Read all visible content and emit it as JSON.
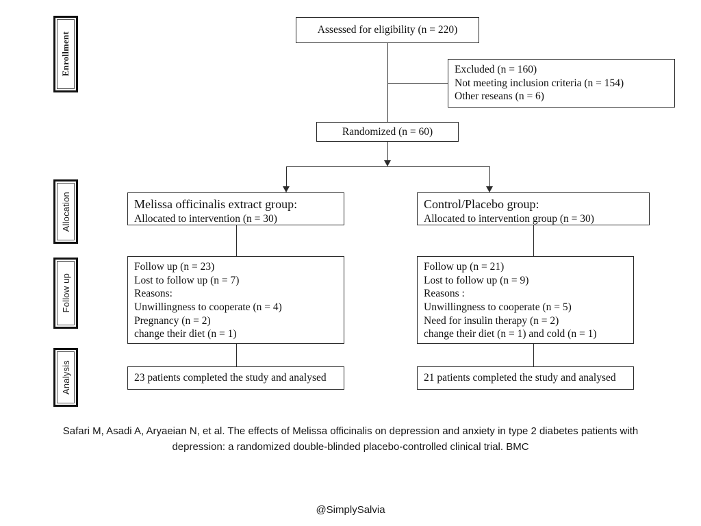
{
  "diagram": {
    "type": "consort-flow-diagram",
    "stages": [
      {
        "name": "enrollment",
        "label": "Enrollment"
      },
      {
        "name": "allocation",
        "label": "Allocation"
      },
      {
        "name": "follow-up",
        "label": "Follow up"
      },
      {
        "name": "analysis",
        "label": "Analysis"
      }
    ],
    "boxes": {
      "assessed": {
        "text": "Assessed for eligibility (n = 220)"
      },
      "excluded": {
        "lines": [
          "Excluded (n = 160)",
          "Not meeting inclusion criteria  (n = 154)",
          "Other reseans (n = 6)"
        ]
      },
      "randomized": {
        "text": "Randomized  (n = 60)"
      },
      "allocation_intervention": {
        "headline": "Melissa officinalis extract group:",
        "lines": [
          "Allocated to intervention (n = 30)"
        ]
      },
      "allocation_control": {
        "headline": "Control/Placebo group:",
        "lines": [
          "Allocated to intervention group (n = 30)"
        ]
      },
      "followup_intervention": {
        "lines": [
          "Follow up (n = 23)",
          "Lost to follow up (n = 7)",
          "Reasons:",
          "Unwillingness to cooperate (n = 4)",
          "Pregnancy (n = 2)",
          "change their diet (n = 1)"
        ]
      },
      "followup_control": {
        "lines": [
          "Follow up (n = 21)",
          "Lost to follow up (n = 9)",
          "Reasons :",
          "Unwillingness to cooperate (n = 5)",
          "Need for insulin therapy (n = 2)",
          "change their diet (n = 1) and cold (n = 1)"
        ]
      },
      "analysis_intervention": {
        "text": "23 patients completed the study and analysed"
      },
      "analysis_control": {
        "text": "21 patients completed the study and analysed"
      }
    }
  },
  "chart_data": {
    "type": "diagram",
    "title": "CONSORT participant flow",
    "nodes": [
      {
        "id": "assessed",
        "stage": "Enrollment",
        "label": "Assessed for eligibility",
        "n": 220
      },
      {
        "id": "excluded",
        "stage": "Enrollment",
        "label": "Excluded",
        "n": 160,
        "breakdown": [
          {
            "reason": "Not meeting inclusion criteria",
            "n": 154
          },
          {
            "reason": "Other reseans",
            "n": 6
          }
        ]
      },
      {
        "id": "randomized",
        "stage": "Enrollment",
        "label": "Randomized",
        "n": 60
      },
      {
        "id": "alloc_melissa",
        "stage": "Allocation",
        "label": "Melissa officinalis extract group: Allocated to intervention",
        "n": 30
      },
      {
        "id": "alloc_control",
        "stage": "Allocation",
        "label": "Control/Placebo group: Allocated to intervention group",
        "n": 30
      },
      {
        "id": "fu_melissa",
        "stage": "Follow up",
        "label": "Follow up",
        "n": 23,
        "lost": 7,
        "breakdown": [
          {
            "reason": "Unwillingness to cooperate",
            "n": 4
          },
          {
            "reason": "Pregnancy",
            "n": 2
          },
          {
            "reason": "change their diet",
            "n": 1
          }
        ]
      },
      {
        "id": "fu_control",
        "stage": "Follow up",
        "label": "Follow up",
        "n": 21,
        "lost": 9,
        "breakdown": [
          {
            "reason": "Unwillingness to cooperate",
            "n": 5
          },
          {
            "reason": "Need for insulin therapy",
            "n": 2
          },
          {
            "reason": "change their diet",
            "n": 1
          },
          {
            "reason": "cold",
            "n": 1
          }
        ]
      },
      {
        "id": "an_melissa",
        "stage": "Analysis",
        "label": "patients completed the study and analysed",
        "n": 23
      },
      {
        "id": "an_control",
        "stage": "Analysis",
        "label": "patients completed the study and analysed",
        "n": 21
      }
    ],
    "edges": [
      {
        "from": "assessed",
        "to": "excluded"
      },
      {
        "from": "assessed",
        "to": "randomized"
      },
      {
        "from": "randomized",
        "to": "alloc_melissa"
      },
      {
        "from": "randomized",
        "to": "alloc_control"
      },
      {
        "from": "alloc_melissa",
        "to": "fu_melissa"
      },
      {
        "from": "alloc_control",
        "to": "fu_control"
      },
      {
        "from": "fu_melissa",
        "to": "an_melissa"
      },
      {
        "from": "fu_control",
        "to": "an_control"
      }
    ]
  },
  "caption": {
    "line1": "Safari M, Asadi A, Aryaeian N, et al. The effects of Melissa officinalis on depression and anxiety in type 2 diabetes patients with",
    "line2": "depression: a randomized double-blinded placebo-controlled clinical trial. BMC"
  },
  "handle": "@SimplySalvia",
  "colors": {
    "background": "#ffffff",
    "box_border": "#2b2b2b",
    "label_border": "#111111",
    "text": "#111111"
  }
}
